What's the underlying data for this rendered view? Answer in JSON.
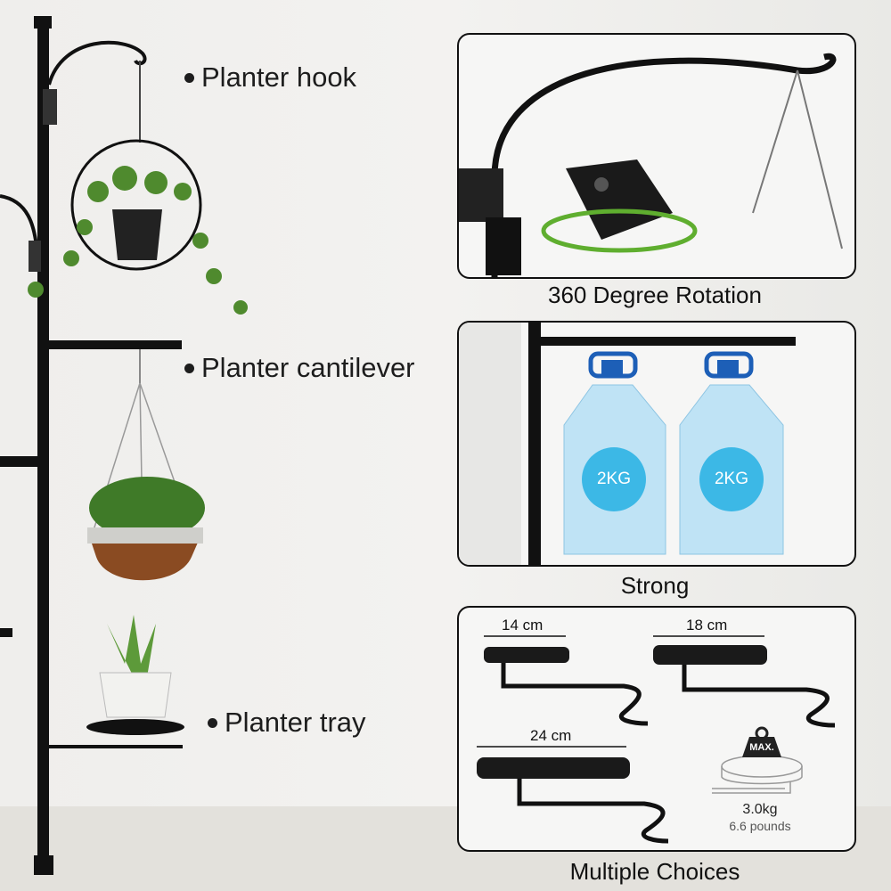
{
  "labels": {
    "hook": "Planter hook",
    "cantilever": "Planter cantilever",
    "tray": "Planter tray"
  },
  "panels": {
    "rotation": {
      "caption": "360 Degree Rotation"
    },
    "strong": {
      "caption": "Strong",
      "bottle_label": "2KG"
    },
    "choices": {
      "caption": "Multiple Choices",
      "sizes": [
        "14 cm",
        "18 cm",
        "24 cm"
      ],
      "max_label": "MAX.",
      "max_kg": "3.0kg",
      "max_lb": "6.6 pounds"
    }
  },
  "colors": {
    "metal": "#111111",
    "plant": "#4f8a2e",
    "water": "#5ab3e0"
  }
}
